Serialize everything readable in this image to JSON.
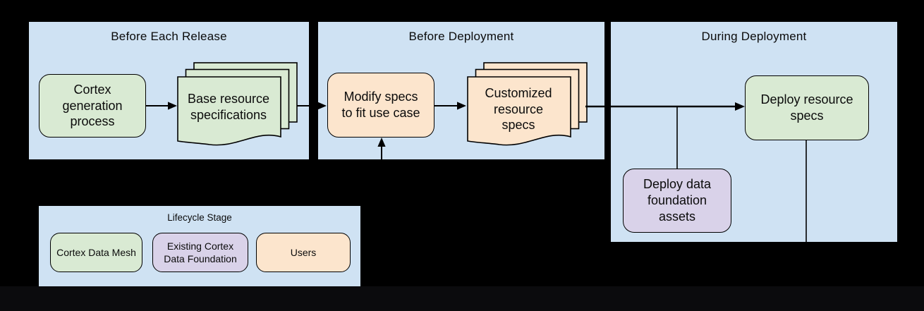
{
  "colors": {
    "background": "#000000",
    "footer_band": "#0b0b0d",
    "panel_blue": "#cfe2f3",
    "cortex_data_mesh_green": "#d9ead3",
    "users_peach": "#fce5cd",
    "data_foundation_purple": "#d9d2e9",
    "connector_black": "#000000"
  },
  "panels": {
    "before_each_release": {
      "title": "Before Each Release"
    },
    "before_deployment": {
      "title": "Before Deployment"
    },
    "during_deployment": {
      "title": "During Deployment"
    }
  },
  "nodes": {
    "cortex_generation": {
      "label": "Cortex\ngeneration\nprocess"
    },
    "base_resource_specs": {
      "label": "Base resource\nspecifications"
    },
    "modify_specs": {
      "label": "Modify specs\nto fit use case"
    },
    "customized_specs": {
      "label": "Customized\nresource\nspecs"
    },
    "deploy_resource_specs": {
      "label": "Deploy resource\nspecs"
    },
    "deploy_data_foundation": {
      "label": "Deploy data\nfoundation\nassets"
    }
  },
  "legend": {
    "title": "Lifecycle Stage",
    "items": [
      {
        "label": "Cortex Data Mesh",
        "color": "#d9ead3"
      },
      {
        "label": "Existing Cortex\nData Foundation",
        "color": "#d9d2e9"
      },
      {
        "label": "Users",
        "color": "#fce5cd"
      }
    ]
  }
}
